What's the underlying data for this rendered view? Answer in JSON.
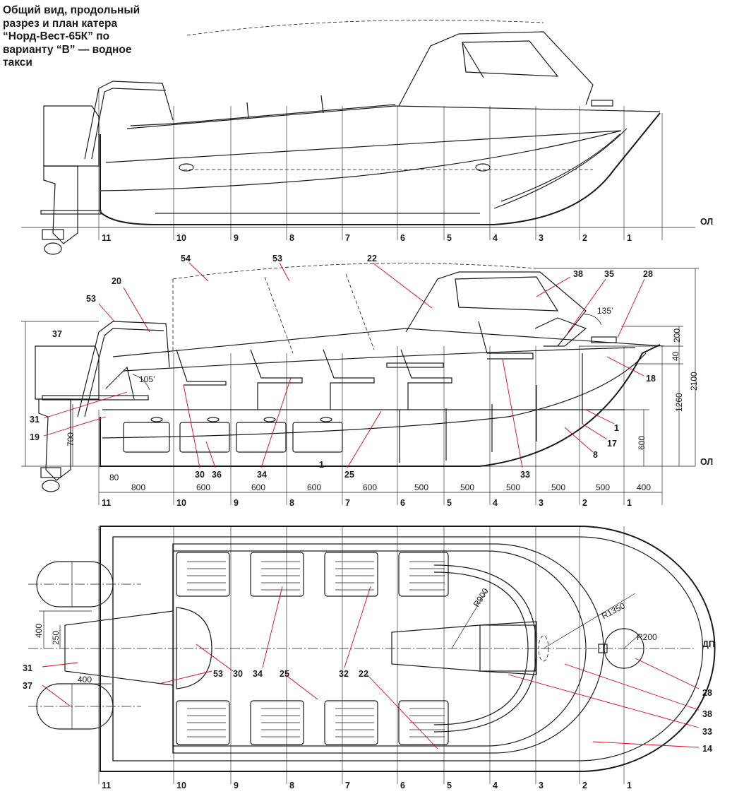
{
  "title_lines": [
    "Общий вид, продольный",
    "разрез и план катера",
    "“Норд-Вест-65К” по",
    "варианту “В” — водное",
    "такси"
  ],
  "station_labels": [
    "11",
    "10",
    "9",
    "8",
    "7",
    "6",
    "5",
    "4",
    "3",
    "2",
    "1"
  ],
  "baseline_label": "ОЛ",
  "centerline_label": "ДП",
  "section": {
    "callouts": {
      "c54": "54",
      "c53a": "53",
      "c22": "22",
      "c38": "38",
      "c35": "35",
      "c28": "28",
      "c20": "20",
      "c53b": "53",
      "c37": "37",
      "c31": "31",
      "c19": "19",
      "c18": "18",
      "c1a": "1",
      "c17": "17",
      "c8": "8",
      "c30": "30",
      "c36": "36",
      "c34": "34",
      "c1b": "1",
      "c25": "25",
      "c33": "33"
    },
    "angle_105": "105’",
    "angle_135": "135’",
    "dims": {
      "d700": "700",
      "d80": "80",
      "d600v": "600",
      "d1260": "1260",
      "d2100": "2100",
      "d200": "200",
      "d40": "40"
    },
    "spacings": [
      "800",
      "600",
      "600",
      "600",
      "600",
      "500",
      "500",
      "500",
      "500",
      "500",
      "400"
    ]
  },
  "plan": {
    "callouts": {
      "c31": "31",
      "c37": "37",
      "c53": "53",
      "c30": "30",
      "c34": "34",
      "c25": "25",
      "c32": "32",
      "c22": "22",
      "c28": "28",
      "c38": "38",
      "c33": "33",
      "c14": "14"
    },
    "dims": {
      "d400a": "400",
      "d250": "250",
      "d400b": "400"
    },
    "radii": {
      "r900": "R900",
      "r1350": "R1350",
      "r200": "R200"
    }
  }
}
